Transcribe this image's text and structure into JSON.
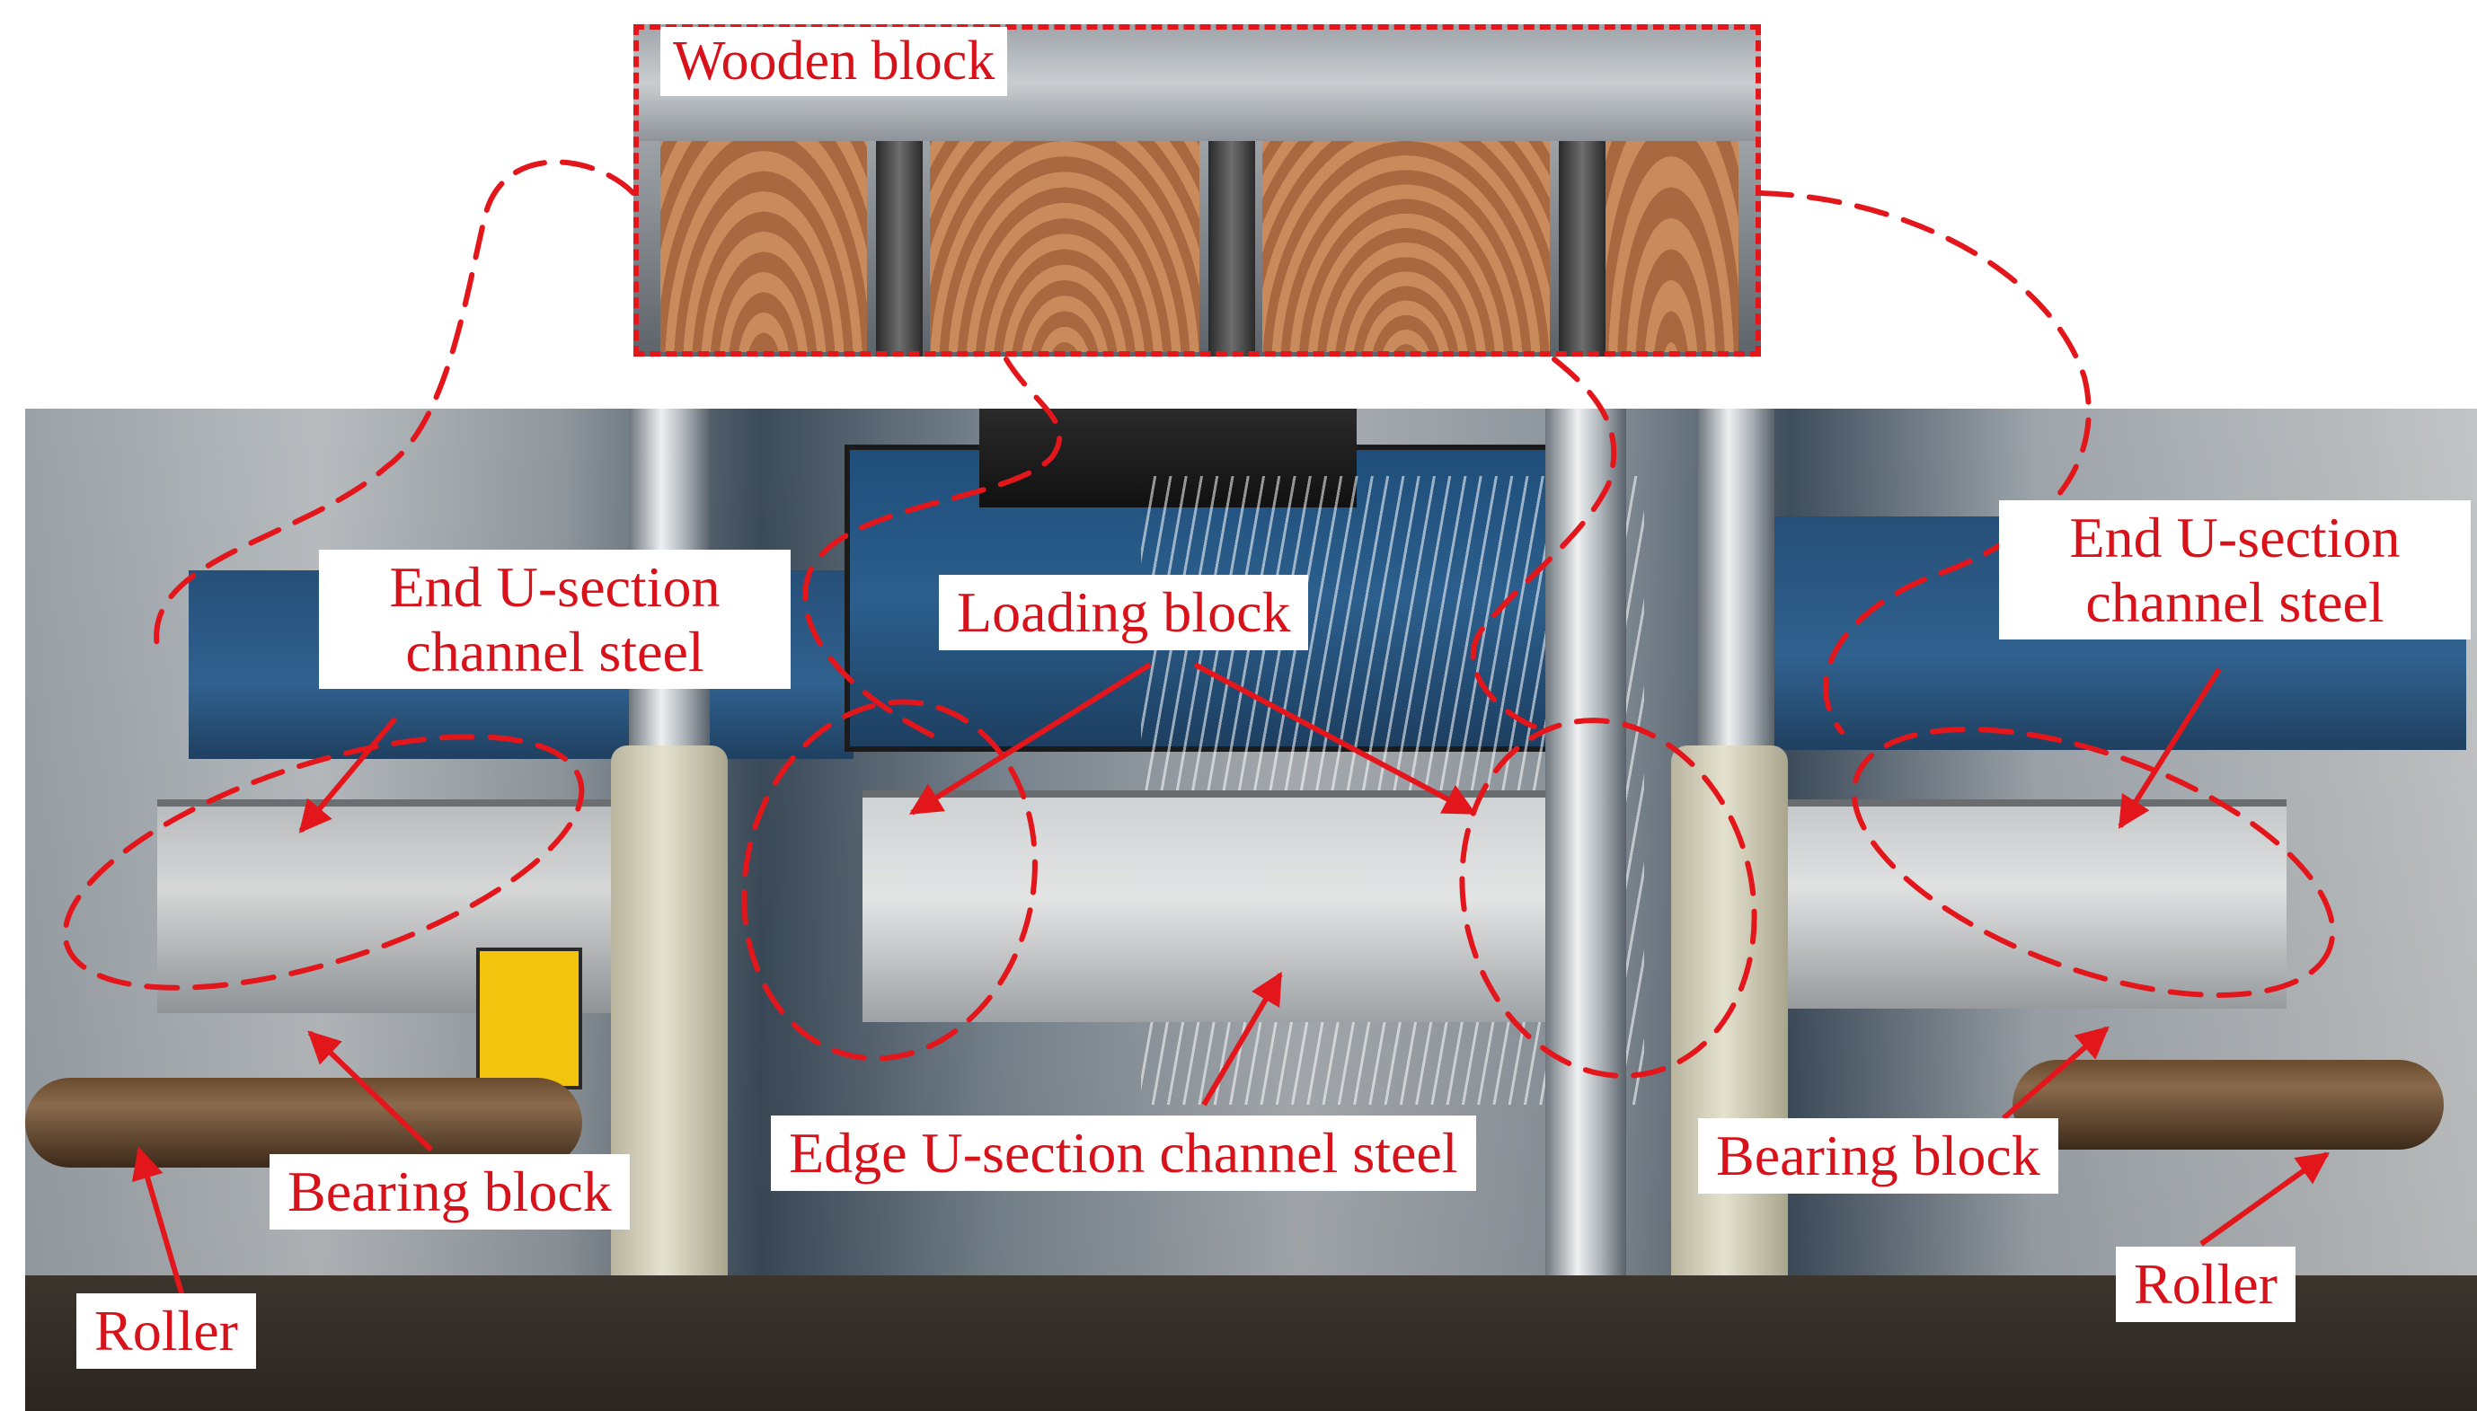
{
  "figure": {
    "background_color": "#ffffff",
    "annotation_color": "#e3161c",
    "label_color": "#d8121b",
    "inset_label": "Wooden block",
    "labels": {
      "end_u_left_line1": "End U-section",
      "end_u_left_line2": "channel steel",
      "end_u_right_line1": "End U-section",
      "end_u_right_line2": "channel steel",
      "loading_block": "Loading block",
      "edge_u": "Edge U-section channel steel",
      "bearing_left": "Bearing block",
      "bearing_right": "Bearing block",
      "roller_left": "Roller",
      "roller_right": "Roller"
    }
  }
}
